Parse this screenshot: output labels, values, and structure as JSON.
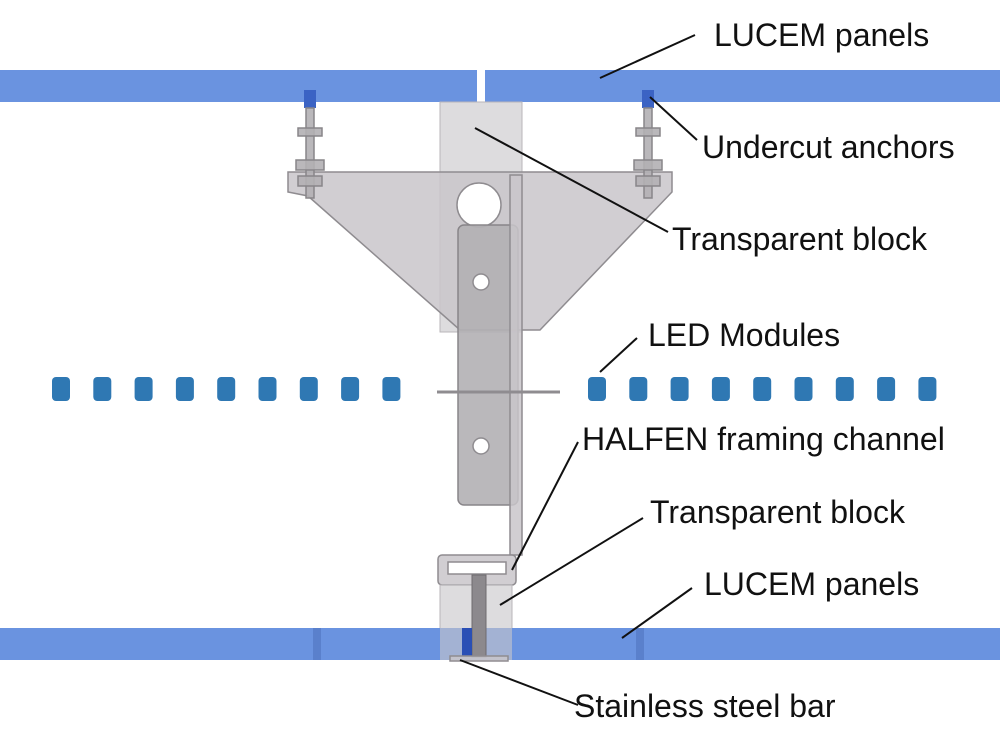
{
  "labels": {
    "lucem_top": "LUCEM panels",
    "undercut_anchors": "Undercut anchors",
    "transparent_block_top": "Transparent block",
    "led_modules": "LED Modules",
    "halfen_channel": "HALFEN framing channel",
    "transparent_block_bottom": "Transparent block",
    "lucem_bottom": "LUCEM panels",
    "stainless_bar": "Stainless steel bar"
  },
  "led_count_left": 9,
  "led_count_right": 9,
  "colors": {
    "panel": "#6a93e0",
    "led": "#2f78b3",
    "bracket": "#c9c6ca",
    "steel": "#8c898d"
  }
}
